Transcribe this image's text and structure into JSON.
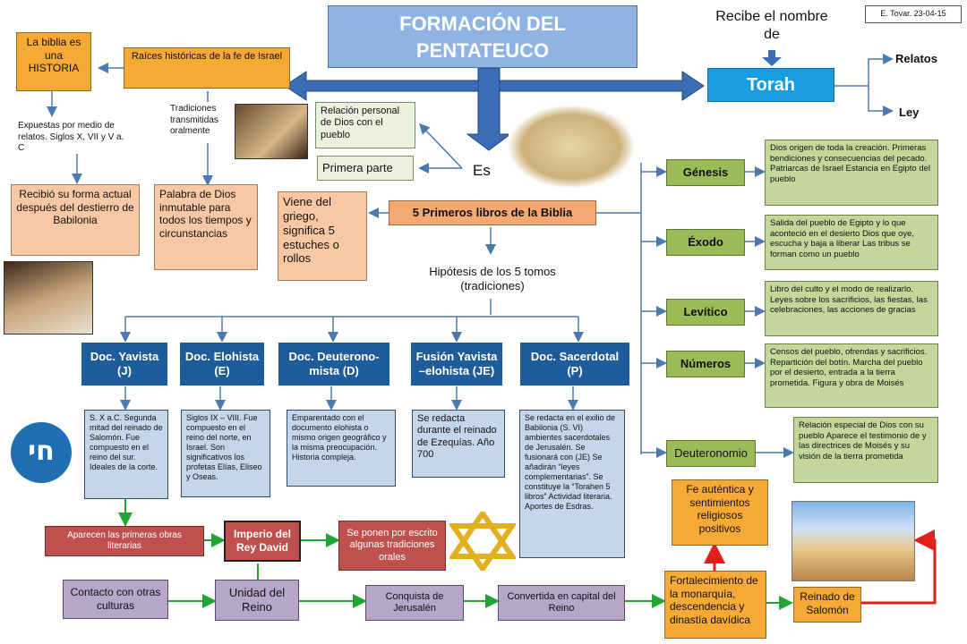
{
  "title": [
    "FORMACIÓN DEL",
    "PENTATEUCO"
  ],
  "author_tag": "E. Tovar. 23-04-15",
  "recibe": "Recibe el nombre de",
  "torah": "Torah",
  "relatos": "Relatos",
  "ley": "Ley",
  "biblia_historia": "La biblia es una HISTORIA",
  "raices": "Raíces históricas de la fe de Israel",
  "expuestas": "Expuestas por medio de relatos. Siglos X, VII y V a. C",
  "recibio": "Recibió su forma actual después del destierro de Babilonia",
  "tradiciones": "Tradiciones transmitidas oralmente",
  "palabra": "Palabra de Dios inmutable para todos los tiempos y circunstancias",
  "relacion": "Relación personal de Dios con el pueblo",
  "primera": "Primera parte",
  "es": "Es",
  "viene": "Viene del griego, significa 5 estuches o rollos",
  "cinco_libros": "5 Primeros libros de la Biblia",
  "hipotesis": "Hipótesis de los 5 tomos (tradiciones)",
  "books": [
    {
      "name": "Génesis",
      "desc": "Dios origen de toda la creación. Primeras bendiciones y consecuencias del pecado. Patriarcas de Israel Estancia en Egipto del pueblo"
    },
    {
      "name": "Éxodo",
      "desc": "Salida del pueblo de Egipto y lo que aconteció en el desierto Dios que oye, escucha y baja a liberar Las tribus se forman como un pueblo"
    },
    {
      "name": "Levítico",
      "desc": "Libro del culto y el modo de realizarlo. Leyes sobre los sacrificios, las fiestas, las celebraciones, las acciones de gracias"
    },
    {
      "name": "Números",
      "desc": "Censos del pueblo, ofrendas y sacrificios. Repartición del botín. Marcha del pueblo por el desierto, entrada a la tierra prometida. Figura y obra de Moisés"
    },
    {
      "name": "Deuteronomio",
      "desc": "Relación especial de Dios con su pueblo Aparece el testimonio de y las directrices de Moisés y su visión de la tierra prometida"
    }
  ],
  "docs": [
    {
      "name": "Doc. Yavista (J)",
      "desc": "S. X a.C. Segunda mitad del reinado de Salomón. Fue compuesto en el reino del sur. Ideales de la corte."
    },
    {
      "name": "Doc. Elohista (E)",
      "desc": "Siglos IX – VIII. Fue compuesto en el reino del norte, en Israel. Son significativos los profetas Elías, Eliseo y Oseas."
    },
    {
      "name": "Doc. Deuterono-mista (D)",
      "desc": "Emparentado con el documento elohista o mismo origen geográfico y la misma preocupación. Historia compleja."
    },
    {
      "name": "Fusión Yavista –elohista (JE)",
      "desc": "Se redacta durante el reinado de Ezequías. Año 700"
    },
    {
      "name": "Doc. Sacerdotal (P)",
      "desc": "Se redacta en el exilio de Babilonia (S. VI) ambientes sacerdotales de Jerusalén. Se fusionará con (JE) Se añadirán “leyes complementarias”. Se constituye la “Torahen 5 libros” Actividad literaria. Aportes de Esdras."
    }
  ],
  "aparecen": "Aparecen las primeras obras literarias",
  "imperio": "Imperio del Rey David",
  "ponen": "Se ponen por escrito algunas tradiciones orales",
  "contacto": "Contacto con otras culturas",
  "unidad": "Unidad del Reino",
  "conquista": "Conquista de Jerusalén",
  "convertida": "Convertida en capital del Reino",
  "fortalecimiento": "Fortalecimiento de la monarquía, descendencia y dinastía davídica",
  "fe": "Fe auténtica y sentimientos religiosos positivos",
  "salomon": "Reinado de Salomón",
  "icons": {
    "hebrew": "חי",
    "star": "star-of-david"
  },
  "colors": {
    "orange": "#f7a935",
    "blue": "#1f5d9a",
    "green_box": "#9bbb59",
    "olive": "#c4d79b",
    "torah": "#1a9de0"
  }
}
